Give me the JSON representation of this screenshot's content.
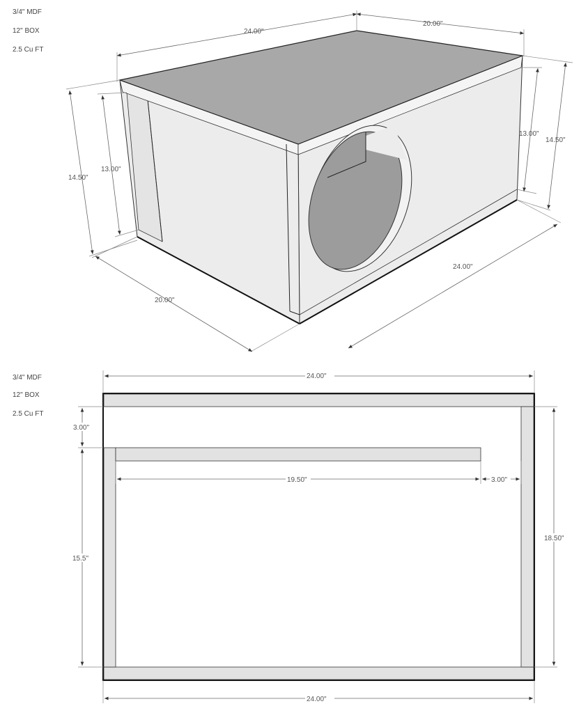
{
  "iso_view": {
    "notes": [
      "3/4\" MDF",
      "12\" BOX",
      "2.5 Cu FT"
    ],
    "dims": {
      "top_length": "24.00\"",
      "top_depth": "20.00\"",
      "left_outer_height": "14.50\"",
      "left_inner_height": "13.00\"",
      "right_inner_height": "13.00\"",
      "right_outer_height": "14.50\"",
      "bottom_depth": "20.00\"",
      "bottom_length": "24.00\""
    }
  },
  "plan_view": {
    "notes": [
      "3/4\" MDF",
      "12\" BOX",
      "2.5 Cu FT"
    ],
    "dims": {
      "top_width": "24.00\"",
      "port_width": "3.00\"",
      "divider_length": "19.50\"",
      "port_gap": "3.00\"",
      "depth": "18.50\"",
      "chamber_depth": "15.5\"",
      "bottom_width": "24.00\""
    }
  },
  "colors": {
    "top_face": "#a8a8a8",
    "side_face": "#ececec",
    "panel": "#e2e2e2",
    "floor": "#9c9c9c"
  }
}
